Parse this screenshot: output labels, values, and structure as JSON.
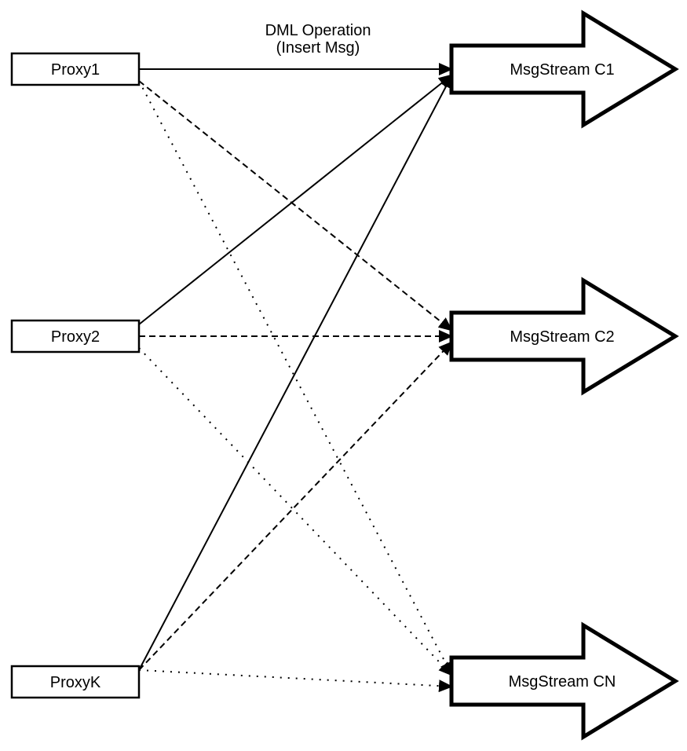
{
  "diagram": {
    "note": {
      "line1": "DML Operation",
      "line2": "(Insert Msg)"
    },
    "colors": {
      "ink": "#000000",
      "paper": "#ffffff"
    },
    "proxies": [
      {
        "id": "proxy1",
        "label": "Proxy1"
      },
      {
        "id": "proxy2",
        "label": "Proxy2"
      },
      {
        "id": "proxyk",
        "label": "ProxyK"
      }
    ],
    "streams": [
      {
        "id": "c1",
        "label": "MsgStream C1"
      },
      {
        "id": "c2",
        "label": "MsgStream C2"
      },
      {
        "id": "cn",
        "label": "MsgStream CN"
      }
    ],
    "connections": [
      {
        "from": "proxy1",
        "to": "c1",
        "style": "solid"
      },
      {
        "from": "proxy2",
        "to": "c1",
        "style": "solid"
      },
      {
        "from": "proxyk",
        "to": "c1",
        "style": "solid"
      },
      {
        "from": "proxy1",
        "to": "c2",
        "style": "dashed"
      },
      {
        "from": "proxy2",
        "to": "c2",
        "style": "dashed"
      },
      {
        "from": "proxyk",
        "to": "c2",
        "style": "dashed"
      },
      {
        "from": "proxy1",
        "to": "cn",
        "style": "dotted"
      },
      {
        "from": "proxy2",
        "to": "cn",
        "style": "dotted"
      },
      {
        "from": "proxyk",
        "to": "cn",
        "style": "dotted"
      }
    ]
  }
}
